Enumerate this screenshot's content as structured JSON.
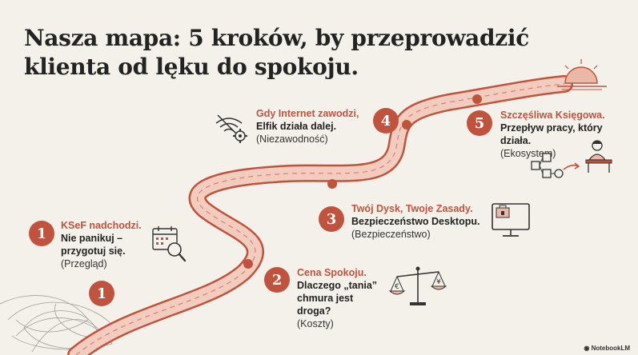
{
  "title": {
    "line1": "Nasza mapa: 5 kroków, by przeprowadzić",
    "line2": "klienta od lęku do spokoju."
  },
  "road_marker": "1",
  "steps": [
    {
      "number": "1",
      "head": "KSeF nadchodzi.",
      "main": "Nie panikuj – przygotuj się.",
      "sub": "(Przegląd)",
      "icon": "calendar-search-icon"
    },
    {
      "number": "2",
      "head": "Cena Spokoju.",
      "main": "Dlaczego „tania” chmura jest droga?",
      "sub": "(Koszty)",
      "icon": "scale-euro-yen-icon"
    },
    {
      "number": "3",
      "head": "Twój Dysk, Twoje Zasady.",
      "main": "Bezpieczeństwo Desktopu.",
      "sub": "(Bezpieczeństwo)",
      "icon": "monitor-lock-icon"
    },
    {
      "number": "4",
      "head": "Gdy Internet zawodzi,",
      "main": "Elfik działa dalej.",
      "sub": "(Niezawodność)",
      "icon": "broken-wifi-gear-icon"
    },
    {
      "number": "5",
      "head": "Szczęśliwa Księgowa.",
      "main": "Przepływ pracy, który działa.",
      "sub": "(Ekosystem)",
      "icon": "accountant-workflow-icon"
    }
  ],
  "colors": {
    "accent": "#c0533d",
    "road": "#e6a594",
    "background": "#f4f1ea"
  },
  "watermark": "NotebookLM"
}
